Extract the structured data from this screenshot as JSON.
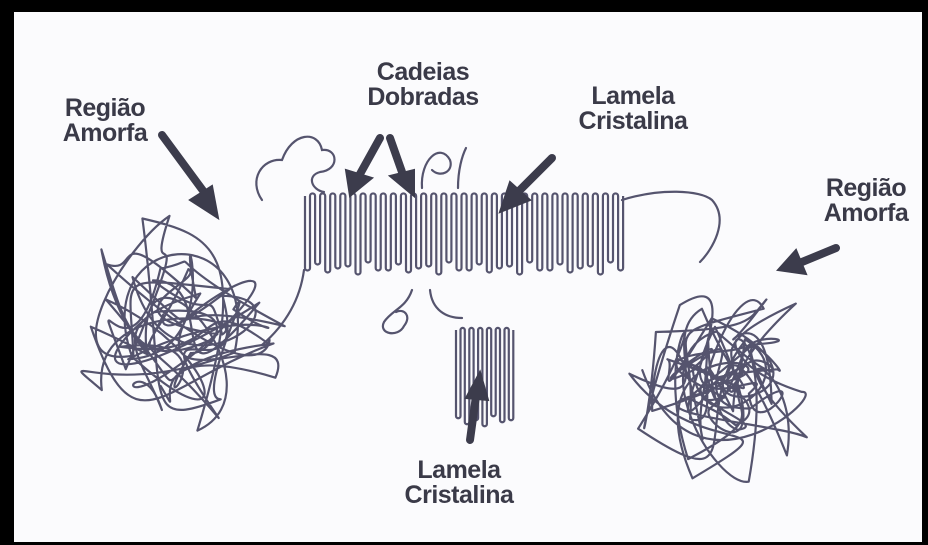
{
  "labels": {
    "amorphous_left": {
      "line1": "Região",
      "line2": "Amorfa"
    },
    "folded_chains": {
      "line1": "Cadeias",
      "line2": "Dobradas"
    },
    "crystalline_top": {
      "line1": "Lamela",
      "line2": "Cristalina"
    },
    "amorphous_right": {
      "line1": "Região",
      "line2": "Amorfa"
    },
    "crystalline_bottom": {
      "line1": "Lamela",
      "line2": "Cristalina"
    }
  },
  "colors": {
    "ink": "#55546e",
    "arrow": "#3c3c4c",
    "text": "#3a3a48",
    "frame": "#000000"
  }
}
